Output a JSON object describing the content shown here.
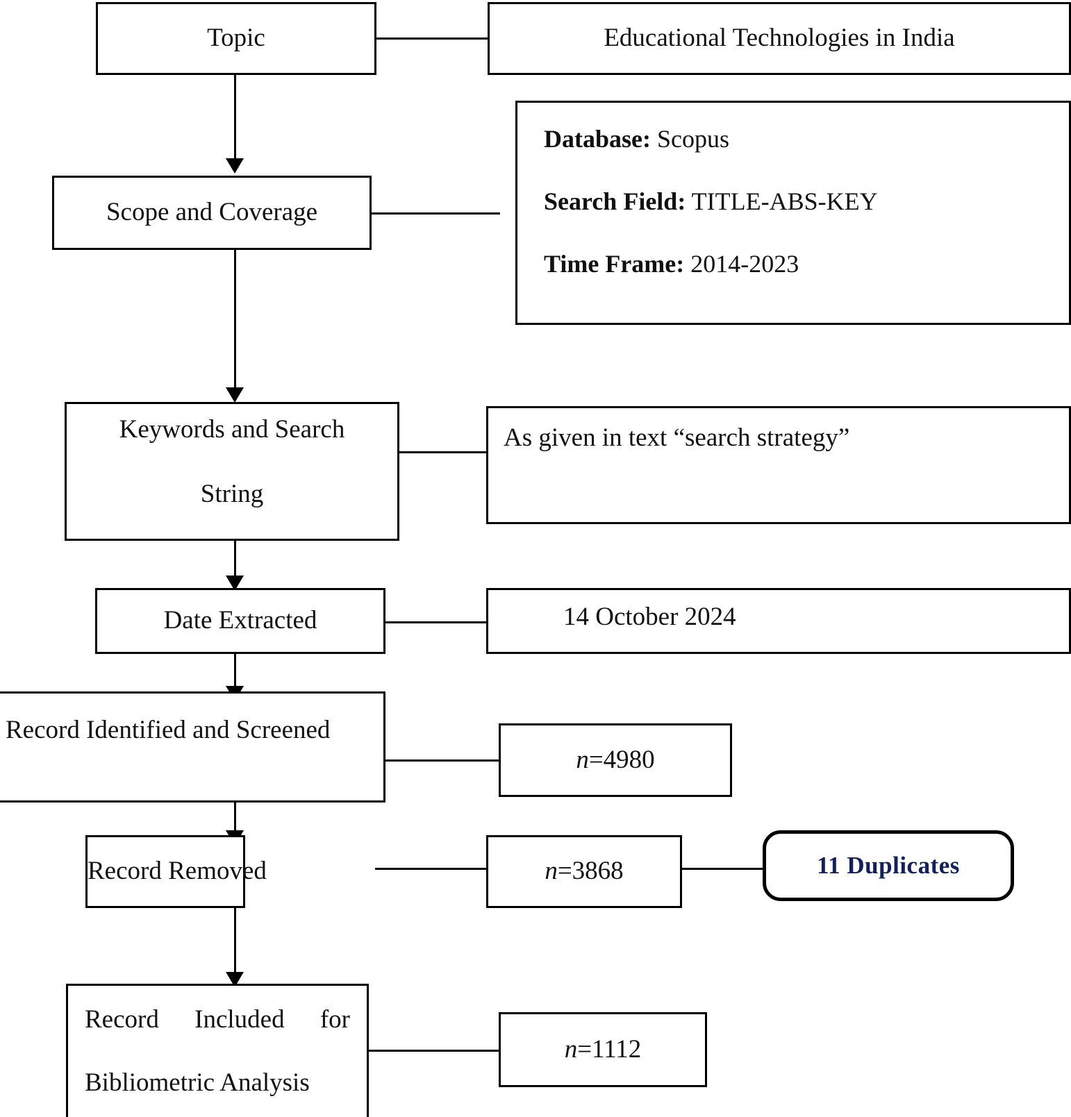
{
  "diagram": {
    "title": "Research methodology flowchart",
    "accent_color": "#12205c",
    "line_color": "#000000"
  },
  "nodes": {
    "topic": {
      "label": "Topic"
    },
    "topic_value": {
      "label": "Educational Technologies in India"
    },
    "scope": {
      "label": "Scope and Coverage"
    },
    "scope_details": {
      "rows": [
        {
          "key": "Database:",
          "value": "Scopus"
        },
        {
          "key": "Search Field:",
          "value": "TITLE-ABS-KEY"
        },
        {
          "key": "Time Frame:",
          "value": "2014-2023"
        }
      ]
    },
    "keywords": {
      "line1": "Keywords and Search",
      "line2": "String"
    },
    "keywords_value": {
      "label": "As given in text “search strategy”"
    },
    "date_extracted": {
      "label": "Date Extracted"
    },
    "date_value": {
      "label": "14 October 2024"
    },
    "record_identified": {
      "label": "Record Identified and Screened"
    },
    "record_identified_count": {
      "n": "n",
      "value": "=4980"
    },
    "record_removed": {
      "label": "Record Removed"
    },
    "record_removed_count": {
      "n": "n",
      "value": "=3868"
    },
    "duplicates": {
      "label": "11 Duplicates"
    },
    "record_included": {
      "line1": "Record Included for",
      "line2": "Bibliometric Analysis"
    },
    "record_included_count": {
      "n": "n",
      "value": "=1112"
    }
  }
}
